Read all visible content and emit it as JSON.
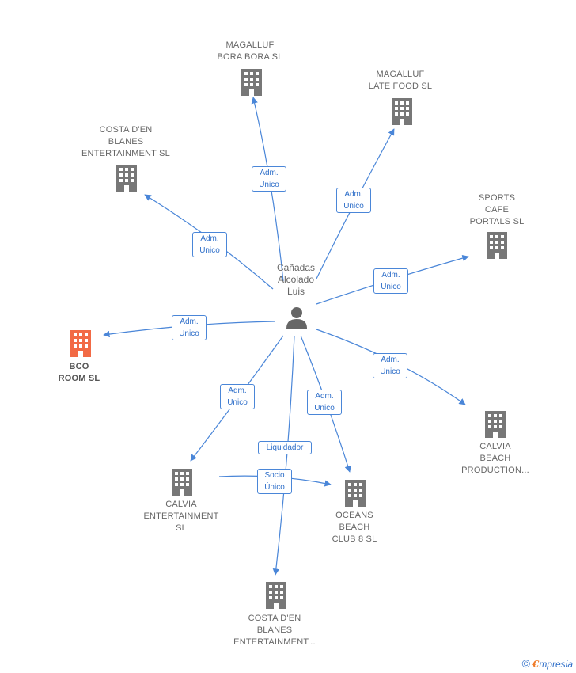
{
  "center": {
    "label": "Cañadas\nAlcolado\nLuis",
    "icon": "person-icon"
  },
  "nodes": [
    {
      "id": "magalluf-bora",
      "label": "MAGALLUF\nBORA BORA SL",
      "color": "#777777",
      "icon": "building-icon"
    },
    {
      "id": "magalluf-late",
      "label": "MAGALLUF\nLATE FOOD SL",
      "color": "#777777",
      "icon": "building-icon"
    },
    {
      "id": "costa-top",
      "label": "COSTA D'EN\nBLANES\nENTERTAINMENT SL",
      "color": "#777777",
      "icon": "building-icon"
    },
    {
      "id": "sports-cafe",
      "label": "SPORTS\nCAFE\nPORTALS  SL",
      "color": "#777777",
      "icon": "building-icon"
    },
    {
      "id": "bco-room",
      "label": "BCO\nROOM  SL",
      "color": "#f26a45",
      "icon": "building-icon"
    },
    {
      "id": "calvia-beach",
      "label": "CALVIA\nBEACH\nPRODUCTION...",
      "color": "#777777",
      "icon": "building-icon"
    },
    {
      "id": "calvia-ent",
      "label": "CALVIA\nENTERTAINMENT\nSL",
      "color": "#777777",
      "icon": "building-icon"
    },
    {
      "id": "oceans-beach",
      "label": "OCEANS\nBEACH\nCLUB 8  SL",
      "color": "#777777",
      "icon": "building-icon"
    },
    {
      "id": "costa-bottom",
      "label": "COSTA D'EN\nBLANES\nENTERTAINMENT...",
      "color": "#777777",
      "icon": "building-icon"
    }
  ],
  "edge_labels": [
    {
      "id": "e-bora",
      "text": "Adm.\nUnico"
    },
    {
      "id": "e-late",
      "text": "Adm.\nUnico"
    },
    {
      "id": "e-costa-top",
      "text": "Adm.\nUnico"
    },
    {
      "id": "e-sports",
      "text": "Adm.\nUnico"
    },
    {
      "id": "e-bco",
      "text": "Adm.\nUnico"
    },
    {
      "id": "e-calvia-beach",
      "text": "Adm.\nUnico"
    },
    {
      "id": "e-calvia-ent",
      "text": "Adm.\nUnico"
    },
    {
      "id": "e-oceans",
      "text": "Adm.\nUnico"
    },
    {
      "id": "e-liquidador",
      "text": "Liquidador"
    },
    {
      "id": "e-socio",
      "text": "Socio\nÚnico"
    }
  ],
  "colors": {
    "edge": "#4a86d8",
    "node_gray": "#777777",
    "node_highlight": "#f26a45"
  },
  "footer": {
    "copyright": "©",
    "brand_first": "€",
    "brand_rest": "mpresia"
  }
}
